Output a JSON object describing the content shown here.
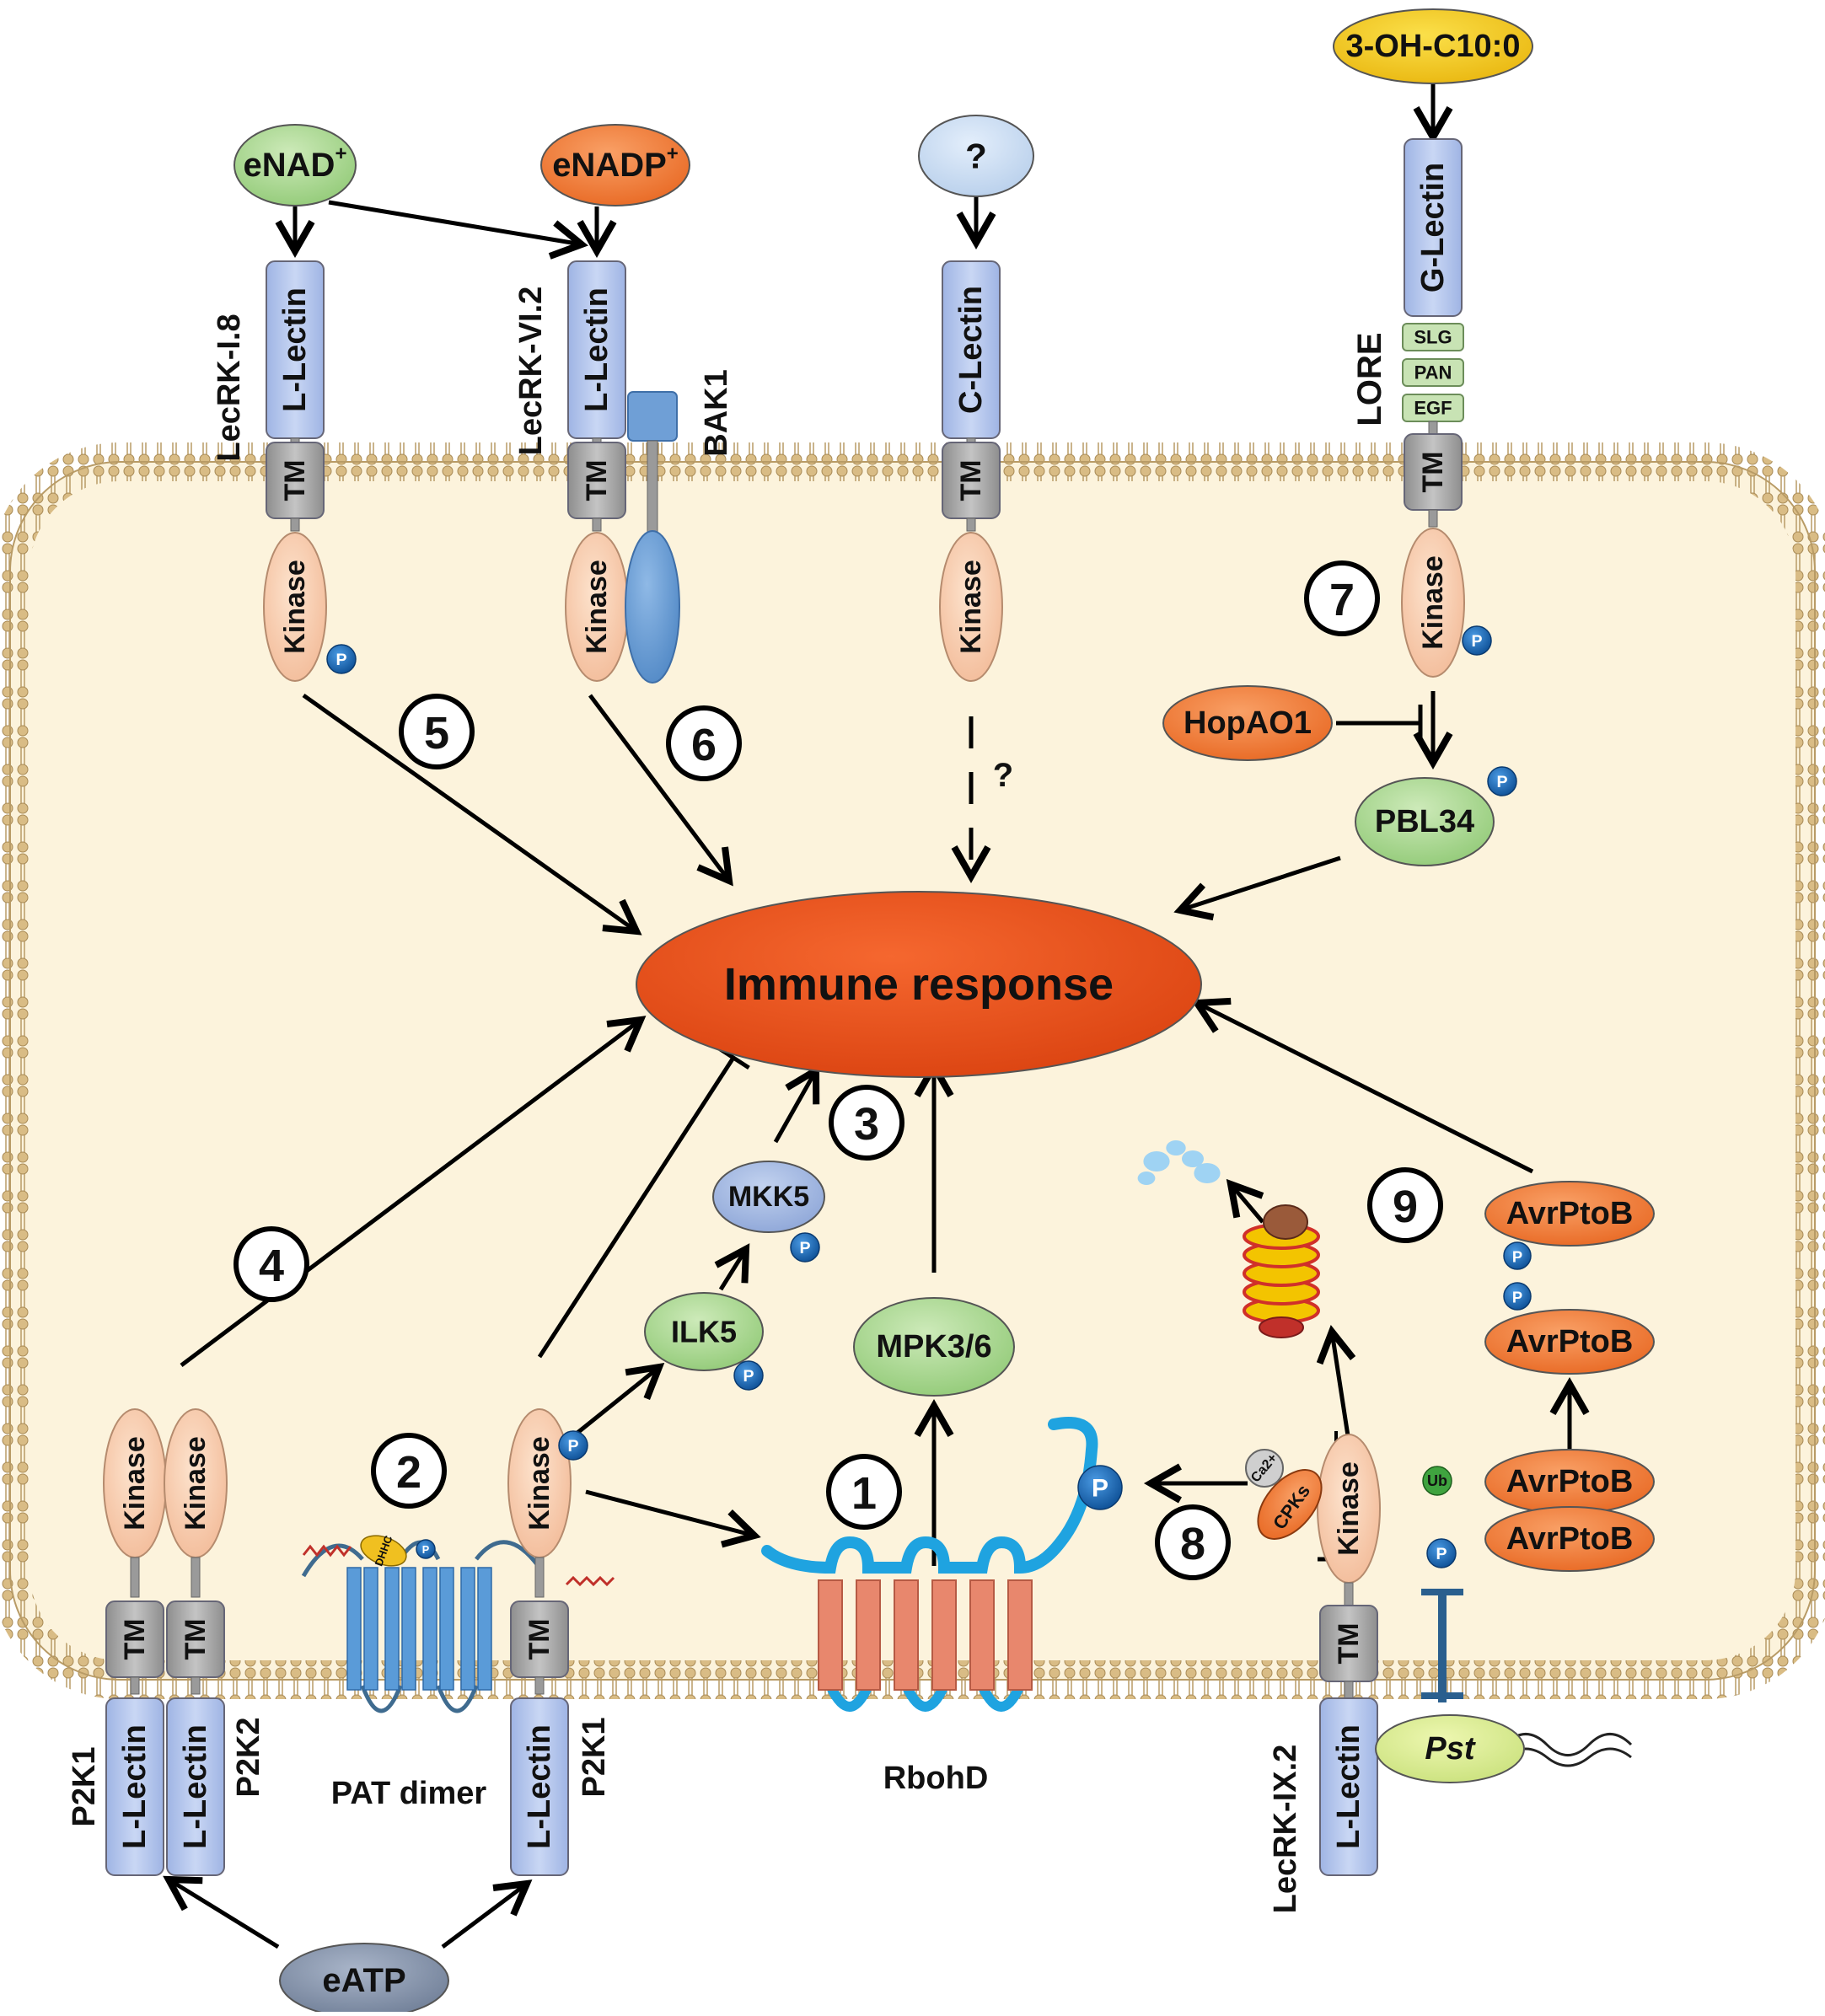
{
  "ligands": {
    "enad": "eNAD+",
    "enadp": "eNADP+",
    "unknown": "?",
    "hydroxy": "3-OH-C10:0",
    "eatp": "eATP"
  },
  "receptors": {
    "lecrk_i8": "LecRK-I.8",
    "lecrk_vi2": "LecRK-VI.2",
    "bak1": "BAK1",
    "lore": "LORE",
    "lecrk_ix2": "LecRK-IX.2",
    "p2k1": "P2K1",
    "p2k2": "P2K2"
  },
  "domains": {
    "l_lectin": "L-Lectin",
    "c_lectin": "C-Lectin",
    "g_lectin": "G-Lectin",
    "tm": "TM",
    "kinase": "Kinase",
    "slg": "SLG",
    "pan": "PAN",
    "egf": "EGF"
  },
  "proteins": {
    "hopao1": "HopAO1",
    "pbl34": "PBL34",
    "mkk5": "MKK5",
    "ilk5": "ILK5",
    "mpk36": "MPK3/6",
    "avrptob": "AvrPtoB",
    "rbohd": "RbohD",
    "pat_dimer": "PAT dimer",
    "cpks": "CPKs",
    "ca": "Ca2+",
    "ub": "Ub",
    "pst": "Pst",
    "dhhc": "DHHC",
    "phos": "P"
  },
  "center": {
    "immune": "Immune response"
  },
  "steps": [
    "1",
    "2",
    "3",
    "4",
    "5",
    "6",
    "7",
    "8",
    "9"
  ],
  "uncertain_mark": "?",
  "colors": {
    "cell": "#fcf3dc",
    "membrane": "#c9aa74",
    "lectin": "#b9caee",
    "tm": "#a6a6a6",
    "kinase": "#f8cfae",
    "immune": "#e94b1c",
    "green": "#a9d591",
    "orange": "#ef7a32",
    "phospho": "#1a6bb8",
    "rboh": "#e8876d",
    "rboh_loop": "#1fa3e0",
    "pat": "#5a9bd8"
  }
}
